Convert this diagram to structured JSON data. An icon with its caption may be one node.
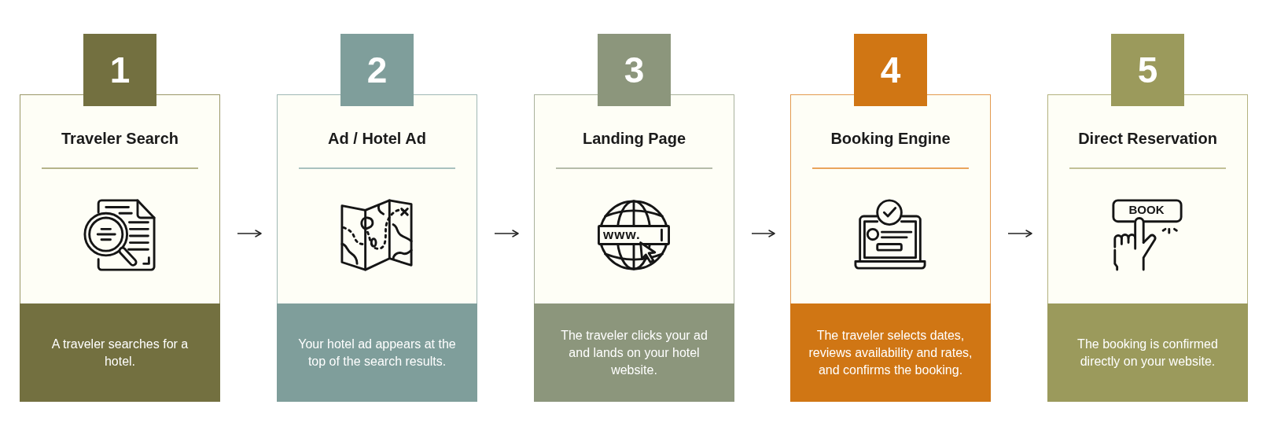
{
  "diagram": {
    "nodes": [
      {
        "text": [
          "1"
        ]
      },
      {
        "text": [
          "Traveler Search"
        ]
      },
      {
        "text": [
          "A traveler searches for a hotel."
        ],
        "in": 1
      },
      {
        "text": [
          "2"
        ]
      },
      {
        "text": [
          "Ad / Hotel Ad"
        ]
      },
      {
        "text": [
          "Your hotel ad appears at the top of the search results."
        ],
        "in": 4
      },
      {
        "text": [
          "3"
        ]
      },
      {
        "text": [
          "Landing Page"
        ]
      },
      {
        "text": [
          "The traveler clicks your ad and lands on your hotel website."
        ],
        "in": 7
      },
      {
        "text": [
          "4"
        ]
      },
      {
        "text": [
          "Booking Engine"
        ]
      },
      {
        "text": [
          "The traveler selects dates, reviews availability and rates, and confirms the booking."
        ],
        "in": 10
      },
      {
        "text": [
          "5"
        ]
      },
      {
        "text": [
          "Direct Reservation"
        ]
      },
      {
        "text": [
          "The booking is confirmed directly on your website."
        ],
        "in": 13
      }
    ],
    "edges": [
      {
        "from": 1,
        "to": 4,
        "arrow": "to"
      },
      {
        "from": 4,
        "to": 7,
        "arrow": "to"
      },
      {
        "from": 7,
        "to": 10,
        "arrow": "to"
      },
      {
        "from": 10,
        "to": 13,
        "arrow": "to"
      }
    ],
    "labels": [
      "www.",
      "BOOK"
    ]
  }
}
